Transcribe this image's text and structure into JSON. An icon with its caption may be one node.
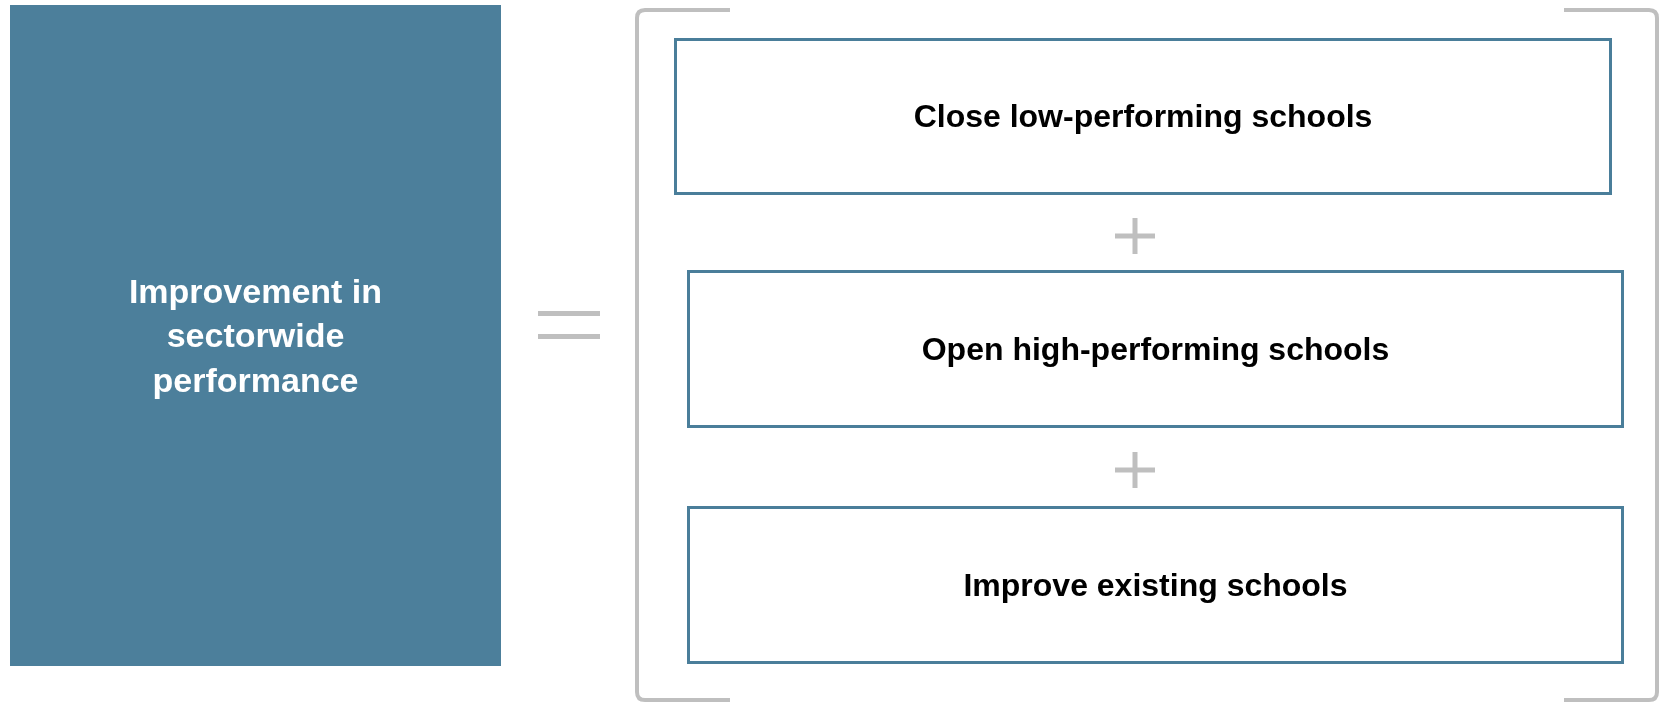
{
  "diagram": {
    "nodes": [
      {
        "text": [
          "Improvement in sectorwide performance"
        ]
      },
      {
        "text": [
          "Close low-performing schools"
        ]
      },
      {
        "text": [
          "Open high-performing schools"
        ]
      },
      {
        "text": [
          "Improve existing schools"
        ]
      }
    ]
  }
}
